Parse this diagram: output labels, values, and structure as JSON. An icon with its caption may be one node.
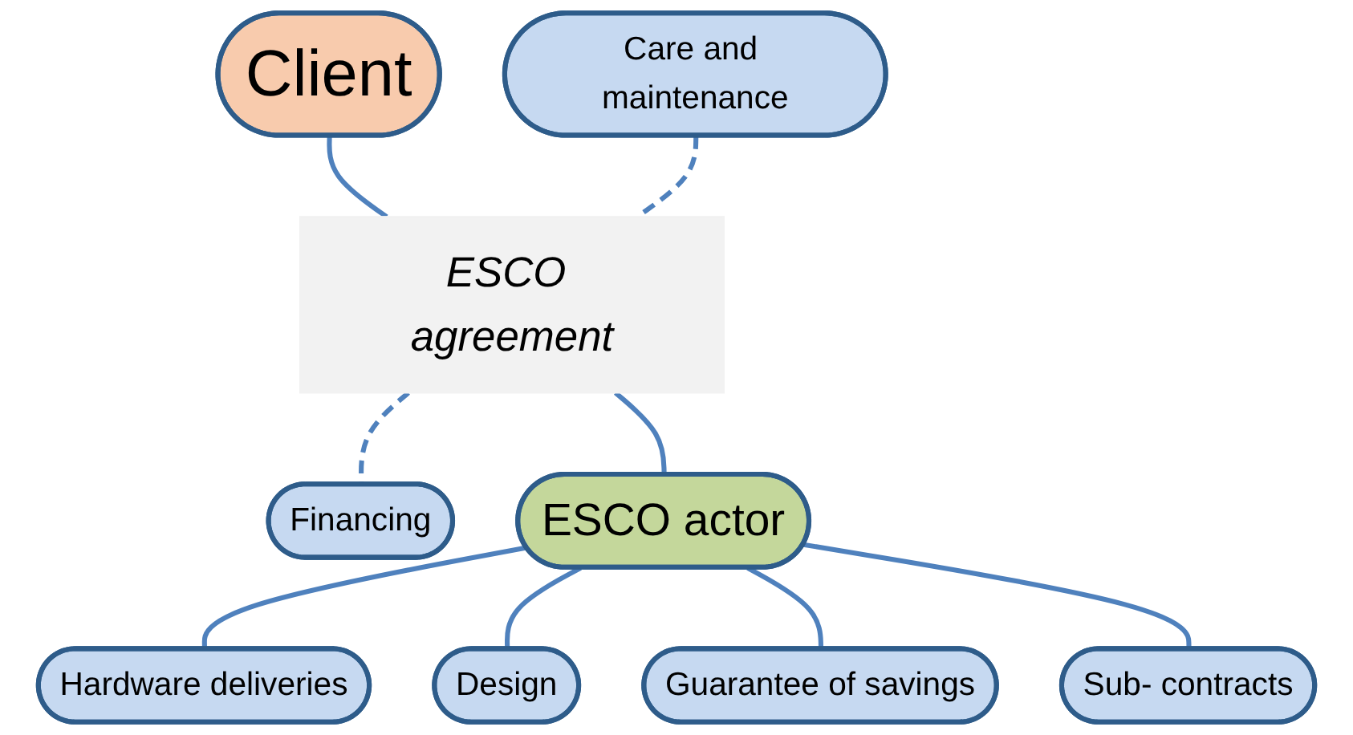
{
  "diagram": {
    "nodes": [
      {
        "text": [
          "Client"
        ]
      },
      {
        "text": [
          "ESCO agreement"
        ]
      },
      {
        "text": [
          "Care and maintenance"
        ]
      },
      {
        "text": [
          "Financing"
        ]
      },
      {
        "text": [
          "ESCO actor"
        ]
      },
      {
        "text": [
          "Hardware deliveries"
        ]
      },
      {
        "text": [
          "Design"
        ]
      },
      {
        "text": [
          "Guarantee of savings"
        ]
      },
      {
        "text": [
          "Sub- contracts"
        ]
      }
    ],
    "edges": [
      {
        "from": 0,
        "to": 1,
        "arrow": "none"
      },
      {
        "from": 2,
        "to": 1,
        "arrow": "none",
        "style": "dashed"
      },
      {
        "from": 1,
        "to": 3,
        "arrow": "none",
        "style": "dashed"
      },
      {
        "from": 1,
        "to": 4,
        "arrow": "none"
      },
      {
        "from": 4,
        "to": 5,
        "arrow": "none"
      },
      {
        "from": 4,
        "to": 6,
        "arrow": "none"
      },
      {
        "from": 4,
        "to": 7,
        "arrow": "none"
      },
      {
        "from": 4,
        "to": 8,
        "arrow": "none"
      }
    ]
  }
}
